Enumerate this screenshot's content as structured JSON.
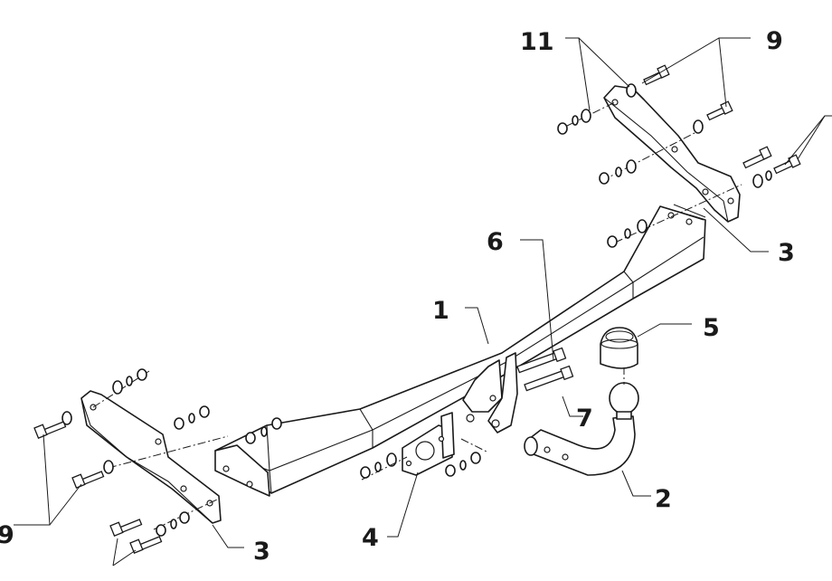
{
  "labels": {
    "main_crossbar": "1",
    "tow_ball_neck": "2",
    "bracket_top_right": "3",
    "bracket_bottom_left": "3",
    "socket_plate": "4",
    "ball_cover": "5",
    "bolt_upper": "6",
    "bolt_lower": "7",
    "bolts_top": "9",
    "bolts_left": "9",
    "washers_top": "11"
  }
}
